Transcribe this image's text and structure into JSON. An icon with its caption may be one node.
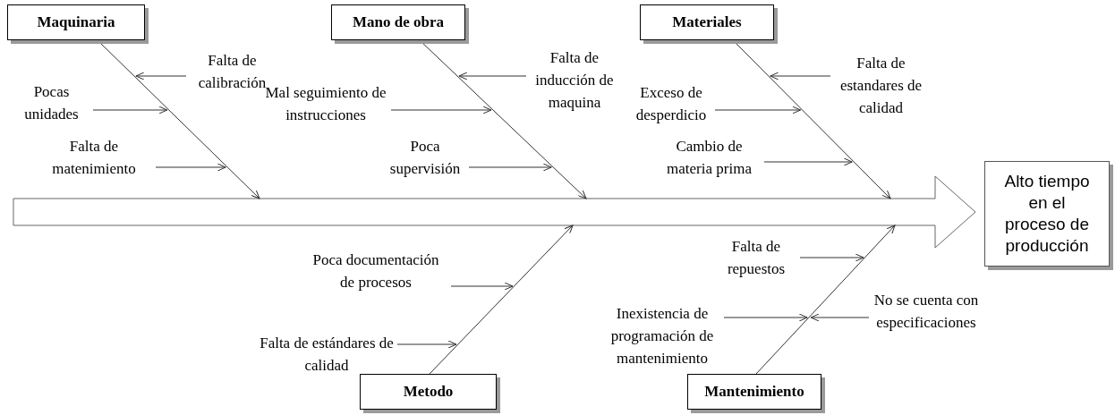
{
  "diagram": {
    "nodes": [
      {
        "text": [
          "Maquinaria"
        ]
      },
      {
        "text": [
          "Falta de calibración"
        ]
      },
      {
        "text": [
          "Pocas unidades"
        ]
      },
      {
        "text": [
          "Falta de matenimiento"
        ]
      },
      {
        "text": [
          "Mano de obra"
        ]
      },
      {
        "text": [
          "Falta de inducción de maquina"
        ]
      },
      {
        "text": [
          "Mal seguimiento de instrucciones"
        ]
      },
      {
        "text": [
          "Poca supervisión"
        ]
      },
      {
        "text": [
          "Materiales"
        ]
      },
      {
        "text": [
          "Falta de estandares de calidad"
        ]
      },
      {
        "text": [
          "Exceso de desperdicio"
        ]
      },
      {
        "text": [
          "Cambio de materia prima"
        ]
      },
      {
        "text": [],
        "shape": "arrow"
      },
      {
        "text": [
          "Alto tiempo en el proceso de producción"
        ]
      },
      {
        "text": [
          "Poca documentación de procesos"
        ]
      },
      {
        "text": [
          "Falta de estándares de calidad"
        ]
      },
      {
        "text": [
          "Metodo"
        ]
      },
      {
        "text": [
          "Falta de repuestos"
        ]
      },
      {
        "text": [
          "Inexistencia de programación de mantenimiento"
        ]
      },
      {
        "text": [
          "No se cuenta con especificaciones"
        ]
      },
      {
        "text": [
          "Mantenimiento"
        ]
      }
    ],
    "edges": [
      {
        "from": 0,
        "to": 12,
        "arrow": "to"
      },
      {
        "from": 1,
        "to": null,
        "arrow": "to"
      },
      {
        "from": 2,
        "to": null,
        "arrow": "to"
      },
      {
        "from": 3,
        "to": null,
        "arrow": "to"
      },
      {
        "from": 4,
        "to": 12,
        "arrow": "to"
      },
      {
        "from": 5,
        "to": null,
        "arrow": "to"
      },
      {
        "from": 6,
        "to": null,
        "arrow": "to"
      },
      {
        "from": 7,
        "to": null,
        "arrow": "to"
      },
      {
        "from": 8,
        "to": 12,
        "arrow": "to"
      },
      {
        "from": 9,
        "to": null,
        "arrow": "to"
      },
      {
        "from": 10,
        "to": null,
        "arrow": "to"
      },
      {
        "from": 11,
        "to": null,
        "arrow": "to"
      },
      {
        "from": 16,
        "to": 12,
        "arrow": "to"
      },
      {
        "from": 14,
        "to": null,
        "arrow": "to"
      },
      {
        "from": 15,
        "to": null,
        "arrow": "to"
      },
      {
        "from": 20,
        "to": 12,
        "arrow": "to"
      },
      {
        "from": 17,
        "to": null,
        "arrow": "to"
      },
      {
        "from": 18,
        "to": null,
        "arrow": "to"
      },
      {
        "from": 19,
        "to": null,
        "arrow": "to"
      }
    ]
  }
}
